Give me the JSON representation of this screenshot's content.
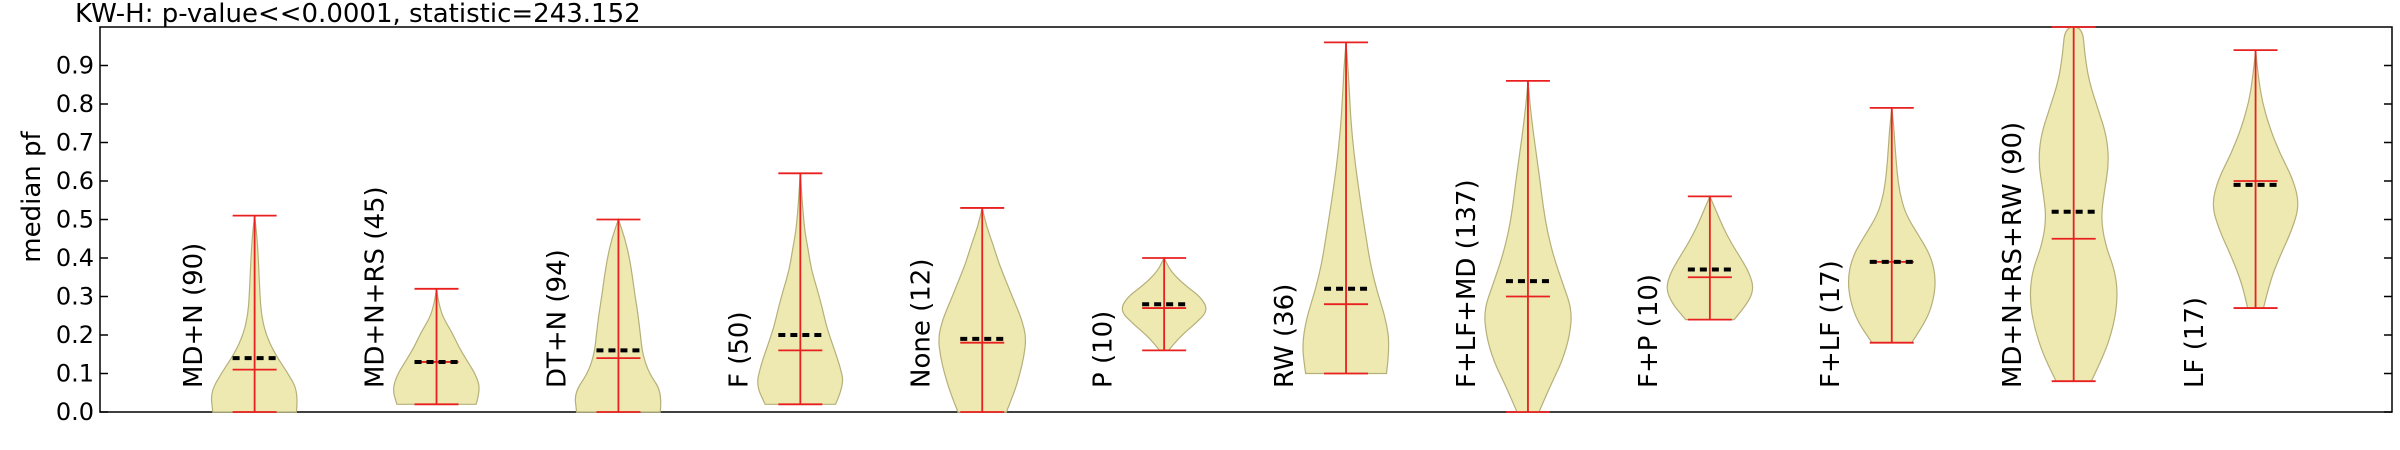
{
  "chart_data": {
    "type": "violin",
    "title": "KW-H: p-value<<0.0001, statistic=243.152",
    "ylabel": "median pf",
    "ylim": [
      0.0,
      1.0
    ],
    "yticks": [
      "0.0",
      "0.1",
      "0.2",
      "0.3",
      "0.4",
      "0.5",
      "0.6",
      "0.7",
      "0.8",
      "0.9"
    ],
    "colors": {
      "body": "#eee9b0",
      "body_edge": "#b5b07a",
      "line": "#e8201f",
      "mean": "#000000",
      "frame": "#000000"
    },
    "groups": [
      {
        "label": "MD+N (90)",
        "min": 0.0,
        "max": 0.51,
        "median": 0.11,
        "mean": 0.14,
        "widths": [
          0.95,
          1.0,
          0.75,
          0.45,
          0.25,
          0.15,
          0.12,
          0.1,
          0.08,
          0.05,
          0.0
        ]
      },
      {
        "label": "MD+N+RS (45)",
        "min": 0.02,
        "max": 0.32,
        "median": 0.13,
        "mean": 0.13,
        "widths": [
          0.9,
          1.0,
          0.9,
          0.7,
          0.5,
          0.35,
          0.15,
          0.05,
          0.0
        ]
      },
      {
        "label": "DT+N (94)",
        "min": 0.0,
        "max": 0.5,
        "median": 0.14,
        "mean": 0.16,
        "widths": [
          0.95,
          1.0,
          0.7,
          0.55,
          0.5,
          0.45,
          0.38,
          0.32,
          0.25,
          0.15,
          0.0
        ]
      },
      {
        "label": "F (50)",
        "min": 0.02,
        "max": 0.62,
        "median": 0.16,
        "mean": 0.2,
        "widths": [
          0.8,
          1.0,
          0.9,
          0.75,
          0.6,
          0.5,
          0.38,
          0.25,
          0.18,
          0.1,
          0.06,
          0.03,
          0.0
        ]
      },
      {
        "label": "None (12)",
        "min": 0.0,
        "max": 0.53,
        "median": 0.18,
        "mean": 0.19,
        "widths": [
          0.55,
          0.72,
          0.85,
          0.95,
          1.0,
          0.9,
          0.72,
          0.55,
          0.38,
          0.25,
          0.1,
          0.0
        ]
      },
      {
        "label": "P (10)",
        "min": 0.16,
        "max": 0.4,
        "median": 0.27,
        "mean": 0.28,
        "widths": [
          0.1,
          0.35,
          0.7,
          1.0,
          0.85,
          0.45,
          0.15,
          0.0
        ]
      },
      {
        "label": "RW (36)",
        "min": 0.1,
        "max": 0.96,
        "median": 0.28,
        "mean": 0.32,
        "widths": [
          0.92,
          1.0,
          0.9,
          0.7,
          0.55,
          0.45,
          0.35,
          0.26,
          0.18,
          0.12,
          0.08,
          0.05,
          0.0
        ]
      },
      {
        "label": "F+LF+MD (137)",
        "min": 0.0,
        "max": 0.86,
        "median": 0.3,
        "mean": 0.34,
        "widths": [
          0.25,
          0.5,
          0.78,
          0.95,
          1.0,
          0.8,
          0.6,
          0.45,
          0.35,
          0.28,
          0.2,
          0.12,
          0.05,
          0.0
        ]
      },
      {
        "label": "F+P (10)",
        "min": 0.24,
        "max": 0.56,
        "median": 0.35,
        "mean": 0.37,
        "widths": [
          0.55,
          0.85,
          1.0,
          0.9,
          0.7,
          0.48,
          0.3,
          0.15,
          0.0
        ]
      },
      {
        "label": "F+LF (17)",
        "min": 0.18,
        "max": 0.79,
        "median": 0.39,
        "mean": 0.39,
        "widths": [
          0.45,
          0.78,
          0.95,
          1.0,
          0.9,
          0.62,
          0.32,
          0.18,
          0.12,
          0.08,
          0.05,
          0.0
        ]
      },
      {
        "label": "MD+N+RS+RW (90)",
        "min": 0.08,
        "max": 1.0,
        "median": 0.45,
        "mean": 0.52,
        "widths": [
          0.4,
          0.7,
          0.9,
          1.0,
          0.95,
          0.72,
          0.62,
          0.7,
          0.8,
          0.75,
          0.55,
          0.35,
          0.25,
          0.2
        ]
      },
      {
        "label": "LF (17)",
        "min": 0.27,
        "max": 0.94,
        "median": 0.6,
        "mean": 0.59,
        "widths": [
          0.18,
          0.32,
          0.55,
          0.82,
          1.0,
          0.85,
          0.55,
          0.32,
          0.15,
          0.06,
          0.0
        ]
      }
    ]
  }
}
